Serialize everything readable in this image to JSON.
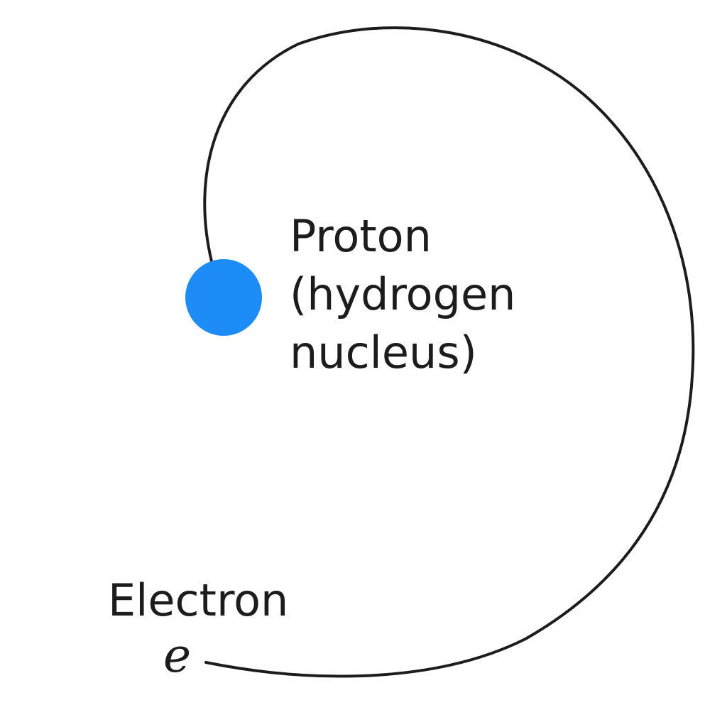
{
  "diagram": {
    "proton": {
      "label_lines": [
        "Proton",
        "(hydrogen",
        "nucleus)"
      ],
      "color": "#1e8cf7"
    },
    "electron": {
      "label": "Electron",
      "symbol": "e"
    },
    "orbit_color": "#1c1c1c"
  }
}
